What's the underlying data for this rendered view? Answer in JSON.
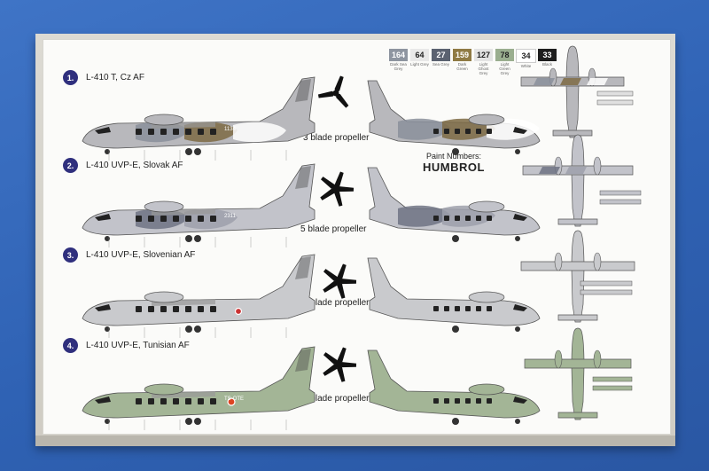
{
  "variants": [
    {
      "num": "1.",
      "name": "L-410 T, Cz AF",
      "propeller": "3 blade propeller",
      "code": "1134",
      "body_color": "#b8b8bc",
      "camo": [
        "#8a8f9b",
        "#7c6a44",
        "#ffffff"
      ]
    },
    {
      "num": "2.",
      "name": "L-410 UVP-E, Slovak AF",
      "propeller": "5 blade propeller",
      "code": "2311",
      "body_color": "#c2c3ca",
      "camo": [
        "#6f7384",
        "#9da0ab"
      ]
    },
    {
      "num": "3.",
      "name": "L-410 UVP-E, Slovenian AF",
      "propeller": "5 blade propeller",
      "code": "",
      "body_color": "#c9cacd",
      "camo": []
    },
    {
      "num": "4.",
      "name": "L-410 UVP-E, Tunisian AF",
      "propeller": "5 blade propeller",
      "code": "TS-OTE",
      "body_color": "#a3b596",
      "camo": []
    }
  ],
  "paint": {
    "title_line": "Paint Numbers:",
    "brand": "HUMBROL",
    "swatches": [
      {
        "num": "164",
        "name": "Dark Sea Grey",
        "color": "#8e95a0",
        "text": "#ffffff"
      },
      {
        "num": "64",
        "name": "Light Grey",
        "color": "#e8e8e8",
        "text": "#222222"
      },
      {
        "num": "27",
        "name": "Sea Grey",
        "color": "#5b6270",
        "text": "#ffffff"
      },
      {
        "num": "159",
        "name": "Dark Green",
        "color": "#8f7a44",
        "text": "#ffffff"
      },
      {
        "num": "127",
        "name": "Light Ghost Grey",
        "color": "#e4e4e4",
        "text": "#222222"
      },
      {
        "num": "78",
        "name": "Light Green Grey",
        "color": "#9aae8f",
        "text": "#222222"
      },
      {
        "num": "34",
        "name": "White",
        "color": "#ffffff",
        "text": "#222222"
      },
      {
        "num": "33",
        "name": "Black",
        "color": "#1d1d1d",
        "text": "#ffffff"
      }
    ]
  }
}
